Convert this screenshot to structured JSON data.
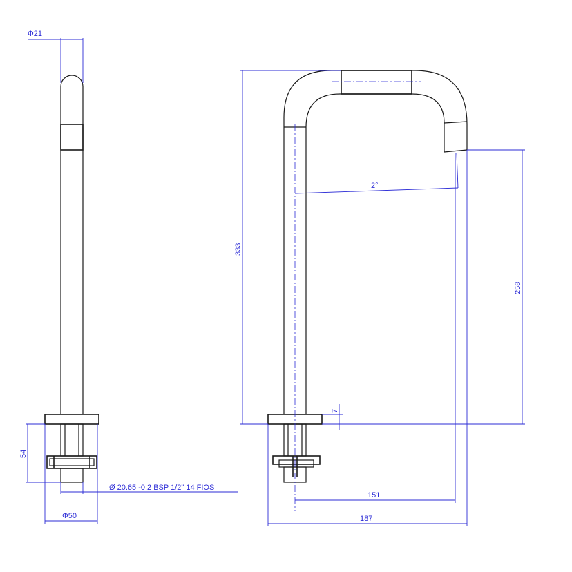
{
  "dimensions": {
    "side_tube_diameter": "Φ21",
    "side_base_height": "54",
    "side_base_diameter": "Φ50",
    "thread_spec": "Ø 20.65 -0.2 BSP 1/2\" 14 FIOS",
    "total_height": "333",
    "spout_height": "258",
    "angle": "2°",
    "flange_thickness": "7",
    "reach_axis": "151",
    "overall_length": "187"
  },
  "colors": {
    "dimension": "#2b2bd6",
    "outline": "#1a1a1a"
  }
}
